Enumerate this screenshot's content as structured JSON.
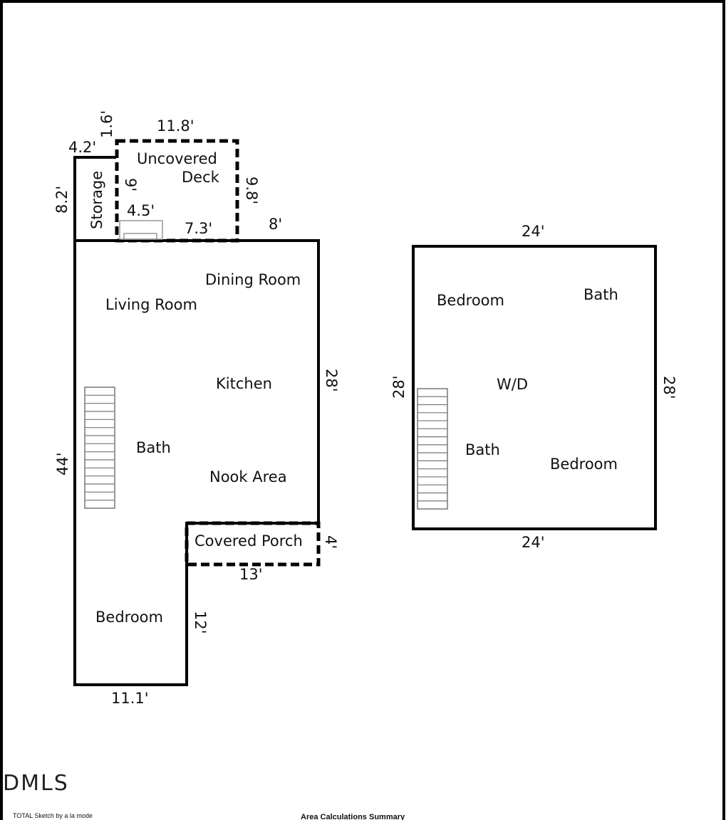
{
  "rooms_floor1": {
    "storage": "Storage",
    "uncovered_deck": [
      "Uncovered",
      "Deck"
    ],
    "dining_room": "Dining Room",
    "living_room": "Living Room",
    "kitchen": "Kitchen",
    "bath": "Bath",
    "nook_area": "Nook Area",
    "covered_porch": "Covered Porch",
    "bedroom": "Bedroom"
  },
  "dims_floor1": {
    "deck_top": "11.8'",
    "deck_offset": "1.6'",
    "storage_width": "4.2'",
    "storage_height": "8.2'",
    "deck_inner": "9'",
    "deck_right": "9.8'",
    "deck_step_width": "4.5'",
    "deck_bottom": "7.3'",
    "top_right": "8'",
    "right_side": "28'",
    "left_side": "44'",
    "porch_bottom": "13'",
    "porch_side": "4'",
    "bedroom_side": "12'",
    "bottom": "11.1'"
  },
  "rooms_floor2": {
    "bedroom_top": "Bedroom",
    "bath_top": "Bath",
    "wd": "W/D",
    "bath_bottom": "Bath",
    "bedroom_bottom": "Bedroom"
  },
  "dims_floor2": {
    "top": "24'",
    "bottom": "24'",
    "left": "28'",
    "right": "28'"
  },
  "footer": {
    "logo": "DMLS",
    "sketch_credit": "TOTAL Sketch by a la mode",
    "summary_title": "Area Calculations Summary"
  },
  "colors": {
    "border": "#000000",
    "stair_lines": "#777777"
  }
}
